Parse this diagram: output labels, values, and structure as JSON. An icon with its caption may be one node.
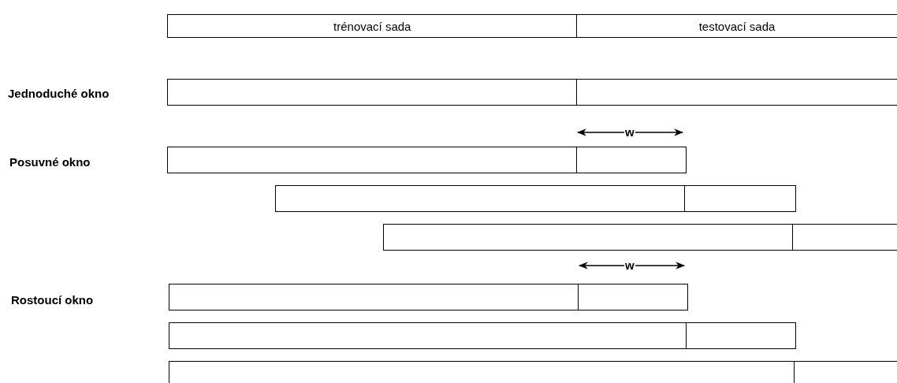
{
  "diagram": {
    "nodes": [
      {
        "text": [
          "trénovací sada"
        ]
      },
      {
        "text": [
          "testovací sada"
        ]
      },
      {
        "text": [],
        "shape": "box"
      },
      {
        "text": [],
        "shape": "box"
      },
      {
        "text": [],
        "shape": "box"
      },
      {
        "text": [],
        "shape": "box"
      },
      {
        "text": [],
        "shape": "box"
      },
      {
        "text": [],
        "shape": "box"
      },
      {
        "text": [],
        "shape": "box"
      },
      {
        "text": [],
        "shape": "box"
      },
      {
        "text": [],
        "shape": "box"
      },
      {
        "text": [],
        "shape": "box"
      },
      {
        "text": [],
        "shape": "box"
      },
      {
        "text": [],
        "shape": "box"
      },
      {
        "text": [],
        "shape": "box"
      },
      {
        "text": [],
        "shape": "box"
      }
    ],
    "edges": [],
    "labels": [
      "Jednoduché okno",
      "w",
      "Posuvné okno",
      "w",
      "Rostoucí okno"
    ]
  }
}
